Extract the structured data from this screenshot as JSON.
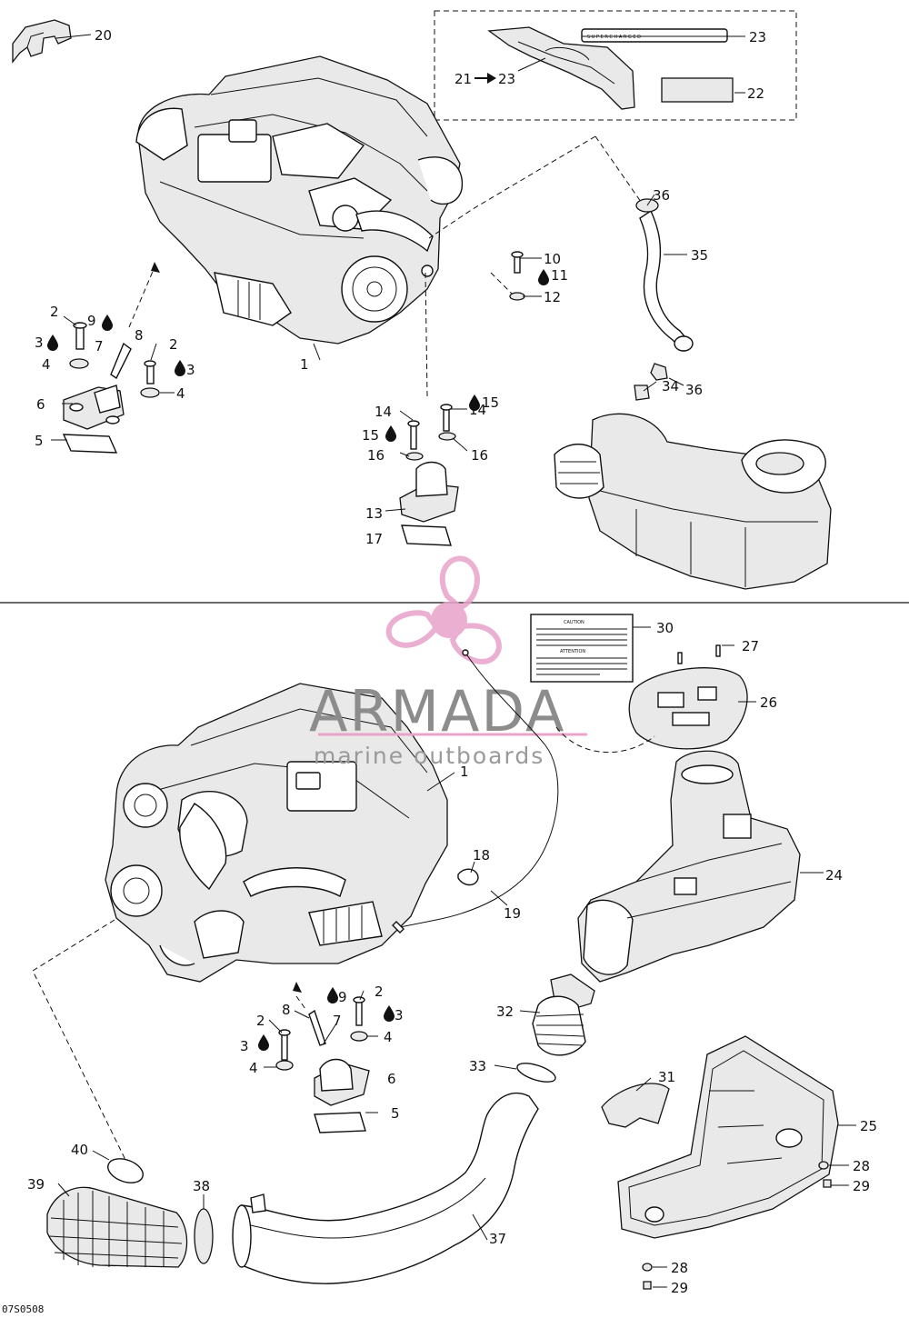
{
  "diagram": {
    "code": "07S0508",
    "watermark": {
      "brand": "ARMADA",
      "tagline": "marine outboards",
      "accent_color": "#e8a3c9"
    },
    "labels": {
      "caution_title": "CAUTION",
      "attention_title": "ATTENTION"
    },
    "top_callouts": [
      {
        "id": "t20",
        "text": "20"
      },
      {
        "id": "t23",
        "text": "23"
      },
      {
        "id": "t21",
        "text": "21"
      },
      {
        "id": "t23b",
        "text": "23"
      },
      {
        "id": "t22",
        "text": "22"
      },
      {
        "id": "t36",
        "text": "36"
      },
      {
        "id": "t35",
        "text": "35"
      },
      {
        "id": "t10",
        "text": "10"
      },
      {
        "id": "t11",
        "text": "11"
      },
      {
        "id": "t12",
        "text": "12"
      },
      {
        "id": "t2",
        "text": "2"
      },
      {
        "id": "t9",
        "text": "9"
      },
      {
        "id": "t8",
        "text": "8"
      },
      {
        "id": "t3",
        "text": "3"
      },
      {
        "id": "t7",
        "text": "7"
      },
      {
        "id": "t2b",
        "text": "2"
      },
      {
        "id": "t3b",
        "text": "3"
      },
      {
        "id": "t4",
        "text": "4"
      },
      {
        "id": "t4b",
        "text": "4"
      },
      {
        "id": "t1",
        "text": "1"
      },
      {
        "id": "t36b",
        "text": "36"
      },
      {
        "id": "t34",
        "text": "34"
      },
      {
        "id": "t6",
        "text": "6"
      },
      {
        "id": "t14",
        "text": "14"
      },
      {
        "id": "t14b",
        "text": "14"
      },
      {
        "id": "t15",
        "text": "15"
      },
      {
        "id": "t15b",
        "text": "15"
      },
      {
        "id": "t5",
        "text": "5"
      },
      {
        "id": "t16",
        "text": "16"
      },
      {
        "id": "t16b",
        "text": "16"
      },
      {
        "id": "t13",
        "text": "13"
      },
      {
        "id": "t17",
        "text": "17"
      }
    ],
    "bottom_callouts": [
      {
        "id": "b30",
        "text": "30"
      },
      {
        "id": "b27",
        "text": "27"
      },
      {
        "id": "b26",
        "text": "26"
      },
      {
        "id": "b1",
        "text": "1"
      },
      {
        "id": "b18",
        "text": "18"
      },
      {
        "id": "b24",
        "text": "24"
      },
      {
        "id": "b19",
        "text": "19"
      },
      {
        "id": "b9",
        "text": "9"
      },
      {
        "id": "b2",
        "text": "2"
      },
      {
        "id": "b8",
        "text": "8"
      },
      {
        "id": "b3",
        "text": "3"
      },
      {
        "id": "b7",
        "text": "7"
      },
      {
        "id": "b2b",
        "text": "2"
      },
      {
        "id": "b4",
        "text": "4"
      },
      {
        "id": "b32",
        "text": "32"
      },
      {
        "id": "b3b",
        "text": "3"
      },
      {
        "id": "b4b",
        "text": "4"
      },
      {
        "id": "b6",
        "text": "6"
      },
      {
        "id": "b33",
        "text": "33"
      },
      {
        "id": "b31",
        "text": "31"
      },
      {
        "id": "b5",
        "text": "5"
      },
      {
        "id": "b25",
        "text": "25"
      },
      {
        "id": "b40",
        "text": "40"
      },
      {
        "id": "b28",
        "text": "28"
      },
      {
        "id": "b39",
        "text": "39"
      },
      {
        "id": "b38",
        "text": "38"
      },
      {
        "id": "b29",
        "text": "29"
      },
      {
        "id": "b37",
        "text": "37"
      },
      {
        "id": "b28b",
        "text": "28"
      },
      {
        "id": "b29b",
        "text": "29"
      }
    ]
  }
}
